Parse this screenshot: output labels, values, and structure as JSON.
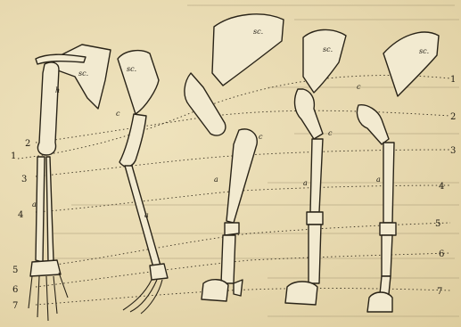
{
  "figure": {
    "limbs": [
      {
        "id": "human",
        "scapula_label": "sc."
      },
      {
        "id": "dog",
        "scapula_label": "sc."
      },
      {
        "id": "pig",
        "scapula_label": "sc."
      },
      {
        "id": "ox",
        "scapula_label": "sc."
      },
      {
        "id": "horse",
        "scapula_label": "sc."
      }
    ],
    "left_numbers": [
      "1",
      "2",
      "3",
      "4",
      "5",
      "6",
      "7"
    ],
    "right_numbers": [
      "1",
      "2",
      "3",
      "4",
      "5",
      "6",
      "7"
    ],
    "small_labels": {
      "human_humerus_h": "h",
      "human_radius_a": "a",
      "dog_c": "c",
      "pig_c": "c",
      "ox_c": "c",
      "horse_c": "c",
      "dog_a": "a",
      "pig_a": "a",
      "ox_a": "a",
      "horse_a": "a"
    }
  }
}
